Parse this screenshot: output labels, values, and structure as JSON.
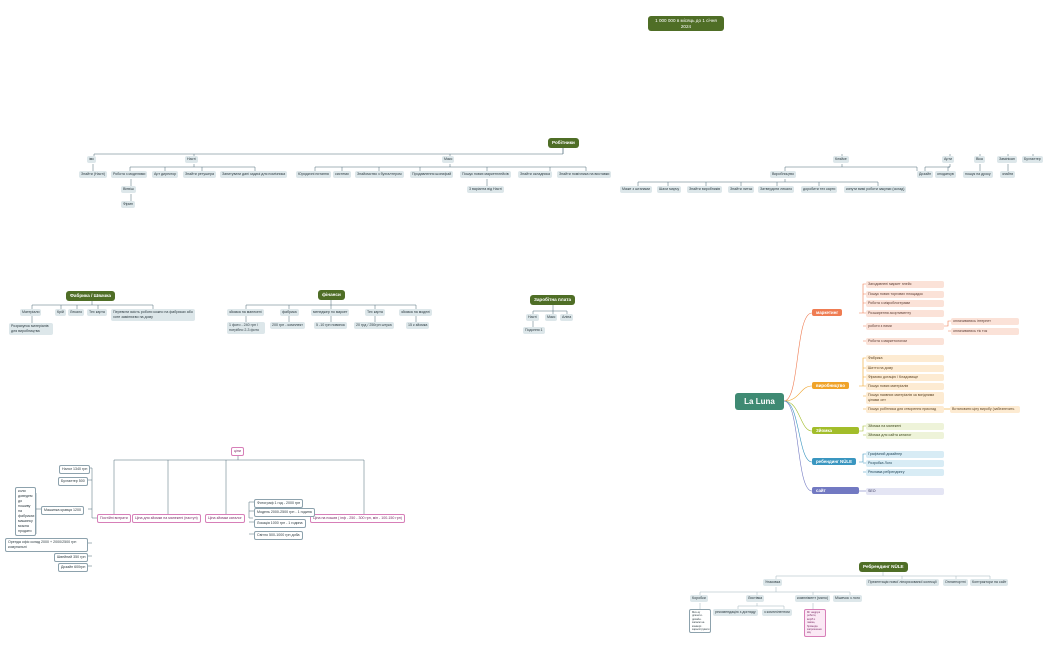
{
  "goal": "1 000 000 в місяць до 1 січня 2024",
  "workers": {
    "title": "Робітники",
    "groups": [
      {
        "label": "імк",
        "items": [
          {
            "label": "Знайти (Насті)"
          }
        ]
      },
      {
        "label": "Насті",
        "items": [
          {
            "label": "Робота з моделями",
            "sub": [
              "Вінвіш",
              "Фірмп"
            ]
          },
          {
            "label": "Арт директор"
          },
          {
            "label": "Знайти ретушера"
          },
          {
            "label": "Запитувати дані задачі для помічника"
          }
        ]
      },
      {
        "label": "Макс",
        "items": [
          {
            "label": "Юридичні питання"
          },
          {
            "label": "системи"
          },
          {
            "label": "Знайомство з бухгалтером"
          },
          {
            "label": "Продавлення шопифай"
          },
          {
            "label": "Пошук нових маркетплейсів",
            "sub": [
              "3 варіанта від Насті"
            ]
          },
          {
            "label": "Знайти складника"
          },
          {
            "label": "Знайти помічника на виставки"
          }
        ]
      },
      {
        "label": "Кляйке",
        "items": [
          {
            "label": "Виробництво",
            "sub": [
              "Маже з штанами",
              "Шахи марчу",
              "Знайти виробників",
              "Знайти литья",
              "Затвердити лекало",
              "доробити тех карти",
              "кинути вимі роботи закупки (склад)"
            ]
          }
        ]
      },
      {
        "label": "Арти",
        "items": [
          {
            "label": "Дизайн"
          },
          {
            "label": "оподаткув"
          }
        ]
      },
      {
        "label": "Віка",
        "items": [
          {
            "label": "пошук на дроку"
          }
        ]
      },
      {
        "label": "Замінікан",
        "items": [
          {
            "label": "знайти"
          }
        ]
      },
      {
        "label": "Бухгалтер",
        "items": []
      }
    ]
  },
  "factory": {
    "title": "Фабрика / Швачка",
    "items": [
      {
        "label": "Матеріали",
        "sub": [
          "Розрахунок матеріалів для виробництва"
        ]
      },
      {
        "label": "Крій"
      },
      {
        "label": "Лекало"
      },
      {
        "label": "Тех карта"
      },
      {
        "label": "Перевити якість роботи кожно на фабриках або хоте замінюєво на дому"
      }
    ]
  },
  "finance": {
    "title": "фінанси",
    "items": [
      {
        "label": "зйомка на манекені",
        "sub": "1 фото - 240 грн / потрібно 2-3 фото"
      },
      {
        "label": "фабрика",
        "sub": "200 грн - комплект"
      },
      {
        "label": "менеджер по маркет",
        "sub": "5 -10 грн новинок"
      },
      {
        "label": "Тех карта",
        "sub": "20 грд / 250грн штука"
      },
      {
        "label": "зйомка на моделі",
        "sub": "15 к зйомка"
      }
    ]
  },
  "salary": {
    "title": "Заробітна плата",
    "items": [
      {
        "label": "Насті",
        "sub": "Подоння 1"
      },
      {
        "label": "Макс"
      },
      {
        "label": "Аліна"
      }
    ]
  },
  "brand": {
    "title": "La Luna",
    "branches": [
      {
        "label": "маркетинг",
        "items": [
          "Загодовнені маркет плейс",
          "Пошук нових торгових площадок",
          "Робота з мікроблогерами",
          "Розширення асортименту",
          "роботи з ними",
          "Робота з маркетологом"
        ],
        "sub": [
          "оплачиватись інтернет",
          "оплачиватись тік ток"
        ]
      },
      {
        "label": "виробництво",
        "items": [
          "Фабрика",
          "Шиття на дому",
          "Фірмово дотацію / Кладовище",
          "Пошук нових матеріалів",
          "Пошук наявних матеріалів за вигідними цінами опт",
          "Пошук робітника для створення приклад"
        ],
        "sub": [
          "Встановити ціну виробу (забезпечить"
        ]
      },
      {
        "label": "Зйомка",
        "items": [
          "Зйомка на манекені",
          "Зйомка для сайта каталог"
        ]
      },
      {
        "label": "ребендинг NÜLE",
        "items": [
          "Графічний дизайнер",
          "Розробка Лого",
          "Реклама ребрендингу"
        ]
      },
      {
        "label": "сайт",
        "items": [
          "SEO"
        ]
      }
    ]
  },
  "costs": {
    "root": "ціни",
    "branches": [
      "Постійні витрати",
      "Ціна для зйомки на манекені (наступ)",
      "Ціна зйомки каталог",
      "Ціна на пошив ( інф - 250 - 300 грн, мін - 100-150 грн)"
    ],
    "fixed": [
      "Налог 1340 грн",
      "Бухгалтер 500",
      "Машинка кравця 1200",
      "Оренда офіс склад 2000 + 2000/2500 грн комунальні",
      "Швейний 350 грн",
      "Дизайн 600грн"
    ],
    "machine_note": "коли доведем до пошиву на фабриках машинку можна продати",
    "catalog": [
      "Фотограф 1 год - 2000 грн",
      "Модель 2000-2500 грн - 1 година",
      "Локація 1000 грн - 1 година",
      "Світло 500-1000 грн доба"
    ]
  },
  "rebrand": {
    "title": "Ребрендинг NÜLE",
    "items": [
      {
        "label": "Упаковка",
        "sub": [
          {
            "label": "Коробки",
            "note": "Меч-ку дпачети-дизайн-запасні на конверт-зареєструвати"
          },
          {
            "label": "Листівка",
            "sub": [
              "рекомендацію з догляду",
              "з комплілентом"
            ]
          },
          {
            "label": "комплімент (мило)",
            "note": "Мт надруж робити, виріб з лакою, бромида запрошення міц"
          },
          {
            "label": "Мішечок з лого"
          }
        ]
      },
      {
        "label": "Презентація нової ліпорязованої колекції"
      },
      {
        "label": "Оплатпортні"
      },
      {
        "label": "Контрактори на сайт"
      }
    ]
  },
  "colors": {
    "header": "#4f6e26",
    "center": "#3f8a73",
    "marketing": "#ef7c52",
    "production": "#f0a329",
    "photo": "#a2bd2a",
    "rebrand": "#3a96c0",
    "site": "#7279c2"
  }
}
